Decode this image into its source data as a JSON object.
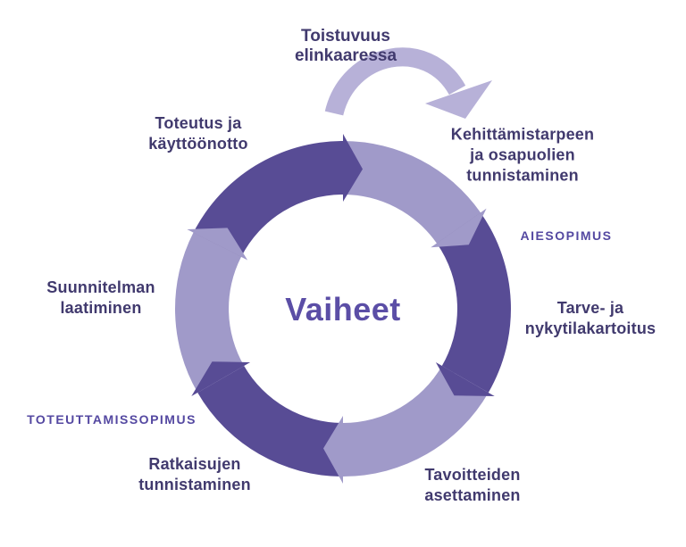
{
  "colors": {
    "ring_dark": "#584c95",
    "ring_light": "#a09ac9",
    "cycle_arrow": "#b7b1d8",
    "phase_text": "#413a6e",
    "milestone_text": "#5448a1",
    "center_text": "#5b4ea6"
  },
  "center": {
    "title": "Vaiheet"
  },
  "cycle_note": {
    "line1": "Toistuvuus",
    "line2": "elinkaaressa"
  },
  "phases": {
    "identify_needs": {
      "line1": "Kehittämistarpeen",
      "line2": "ja osapuolien",
      "line3": "tunnistaminen"
    },
    "needs_survey": {
      "line1": "Tarve- ja",
      "line2": "nykytilakartoitus"
    },
    "set_goals": {
      "line1": "Tavoitteiden",
      "line2": "asettaminen"
    },
    "identify_solutions": {
      "line1": "Ratkaisujen",
      "line2": "tunnistaminen"
    },
    "make_plan": {
      "line1": "Suunnitelman",
      "line2": "laatiminen"
    },
    "implementation": {
      "line1": "Toteutus ja",
      "line2": "käyttöönotto"
    }
  },
  "milestones": {
    "intent_agreement": "AIESOPIMUS",
    "implementation_agreement": "TOTEUTTAMISSOPIMUS"
  }
}
